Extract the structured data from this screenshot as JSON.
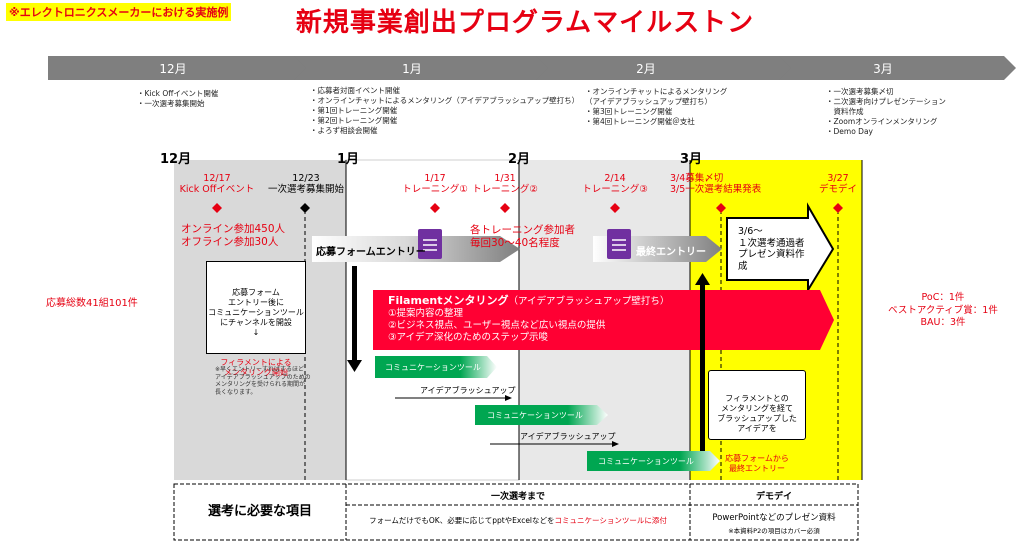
{
  "header": {
    "note": "※エレクトロニクスメーカーにおける実施例",
    "title": "新規事業創出プログラムマイルストン"
  },
  "timeline": {
    "months": [
      {
        "label": "12月",
        "activities": "・Kick Offイベント開催\n・一次選考募集開始"
      },
      {
        "label": "1月",
        "activities": "・応募者対面イベント開催\n・オンラインチャットによるメンタリング（アイデアブラッシュアップ壁打ち）\n・第1回トレーニング開催\n・第2回トレーニング開催\n・よろず相談会開催"
      },
      {
        "label": "2月",
        "activities": "・オンラインチャットによるメンタリング\n（アイデアブラッシュアップ壁打ち）\n・第3回トレーニング開催\n・第4回トレーニング開催＠支社"
      },
      {
        "label": "3月",
        "activities": "・一次選考募集〆切\n・二次選考向けプレゼンテーション\n　資料作成\n・Zoomオンラインメンタリング\n・Demo Day"
      }
    ]
  },
  "schedule": {
    "month_heads": [
      "12月",
      "1月",
      "2月",
      "3月"
    ],
    "milestones": [
      {
        "text": "12/17\nKick Offイベント",
        "color": "#e60012"
      },
      {
        "text": "12/23\n一次選考募集開始",
        "color": "#000000"
      },
      {
        "text": "1/17\nトレーニング①",
        "color": "#e60012"
      },
      {
        "text": "1/31\nトレーニング②",
        "color": "#e60012"
      },
      {
        "text": "2/14\nトレーニング③",
        "color": "#e60012"
      },
      {
        "text": "3/4募集〆切\n3/5一次選考結果発表",
        "color": "#e60012"
      },
      {
        "text": "3/27\nデモデイ",
        "color": "#e60012"
      }
    ],
    "participation": "オンライン参加450人\nオフライン参加30人",
    "training_participants": "各トレーニング参加者\n毎回30～40名程度",
    "entry_label": "応募フォームエントリー",
    "final_entry_label": "最終エントリー",
    "presentation_box": "3/6～\n１次選考通過者\nプレゼン資料作\n成",
    "callout_left": {
      "text": "応募フォーム\nエントリー後に\nコミュニケーションツール\nにチャンネルを開設\n↓",
      "highlight": "フィラメントによる\nメンタリング開始"
    },
    "footnote": "※早くエントリーすればするほど\nアイデアブラッシュアップのための\nメンタリングを受けられる期間が\n長くなります。",
    "mentoring": {
      "title": "Filamentメンタリング",
      "subtitle": "（アイデアブラッシュアップ壁打ち）",
      "items": [
        "①提案内容の整理",
        "②ビジネス視点、ユーザー視点など広い視点の提供",
        "③アイデア深化のためのステップ示唆"
      ]
    },
    "flow": {
      "comm_tool": "コミュニケーションツール",
      "brushup": "アイデアブラッシュアップ"
    },
    "callout_right": {
      "text": "フィラメントとの\nメンタリングを経て\nブラッシュアップした\nアイデアを",
      "highlight": "応募フォームから\n最終エントリー"
    }
  },
  "summary": {
    "total": "応募総数41組101件",
    "results": [
      "PoC：1件",
      "ベストアクティブ賞：1件",
      "BAU：3件"
    ]
  },
  "requirements": {
    "heading": "選考に必要な項目",
    "first_title": "一次選考まで",
    "first_text_a": "フォームだけでもOK、必要に応じてpptやExcelなどを",
    "first_text_b": "コミュニケーションツールに添付",
    "demo_title": "デモデイ",
    "demo_text": "PowerPointなどのプレゼン資料",
    "demo_note": "※本資料P2の項目はカバー必須"
  },
  "colors": {
    "accent": "#e60012",
    "highlight": "#ffff00",
    "timeline": "#7f7f7f",
    "tool_green": "#00a651",
    "doc_purple": "#7030a0"
  }
}
